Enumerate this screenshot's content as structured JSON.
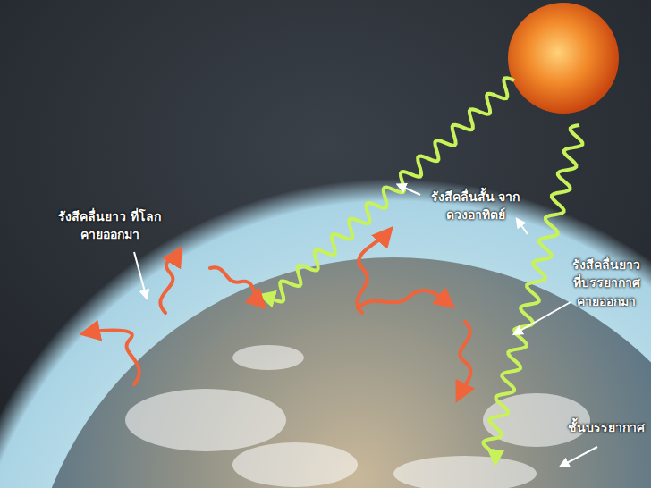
{
  "diagram": {
    "labels": [
      "รังสีคลื่นยาว ที่โลกคายออกมา",
      "รังสีคลื่นสั้น จากดวงอาทิตย์",
      "รังสีคลื่นยาว ที่บรรยากาศ คายออกมา",
      "ชั้นบรรยากาศ"
    ]
  }
}
